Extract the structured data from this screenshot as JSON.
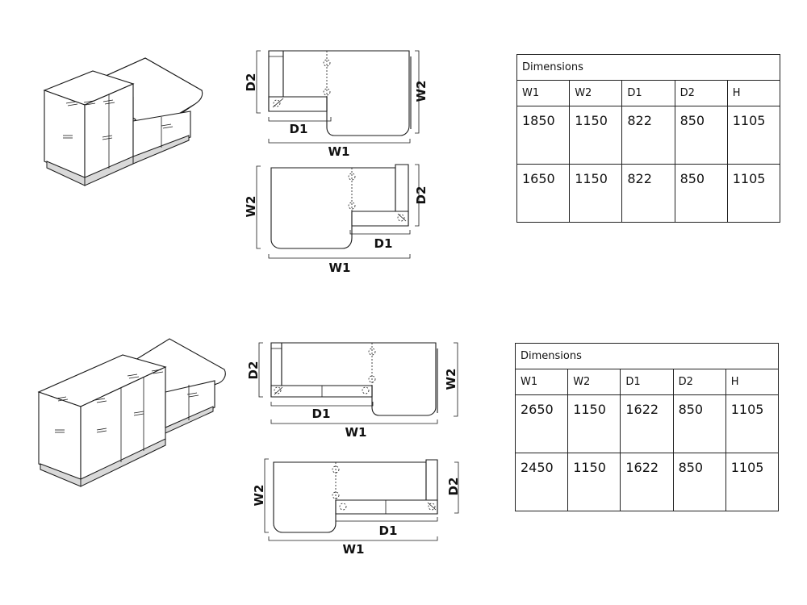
{
  "tables": [
    {
      "caption": "Dimensions",
      "headers": [
        "W1",
        "W2",
        "D1",
        "D2",
        "H"
      ],
      "rows": [
        [
          "1850",
          "1150",
          "822",
          "850",
          "1105"
        ],
        [
          "1650",
          "1150",
          "822",
          "850",
          "1105"
        ]
      ]
    },
    {
      "caption": "Dimensions",
      "headers": [
        "W1",
        "W2",
        "D1",
        "D2",
        "H"
      ],
      "rows": [
        [
          "2650",
          "1150",
          "1622",
          "850",
          "1105"
        ],
        [
          "2450",
          "1150",
          "1622",
          "850",
          "1105"
        ]
      ]
    }
  ],
  "plans": {
    "top_a": {
      "d2": "D2",
      "w2": "W2",
      "d1": "D1",
      "w1": "W1"
    },
    "top_b": {
      "d2": "D2",
      "w2": "W2",
      "d1": "D1",
      "w1": "W1"
    },
    "bot_a": {
      "d2": "D2",
      "w2": "W2",
      "d1": "D1",
      "w1": "W1"
    },
    "bot_b": {
      "d2": "D2",
      "w2": "W2",
      "d1": "D1",
      "w1": "W1"
    }
  }
}
